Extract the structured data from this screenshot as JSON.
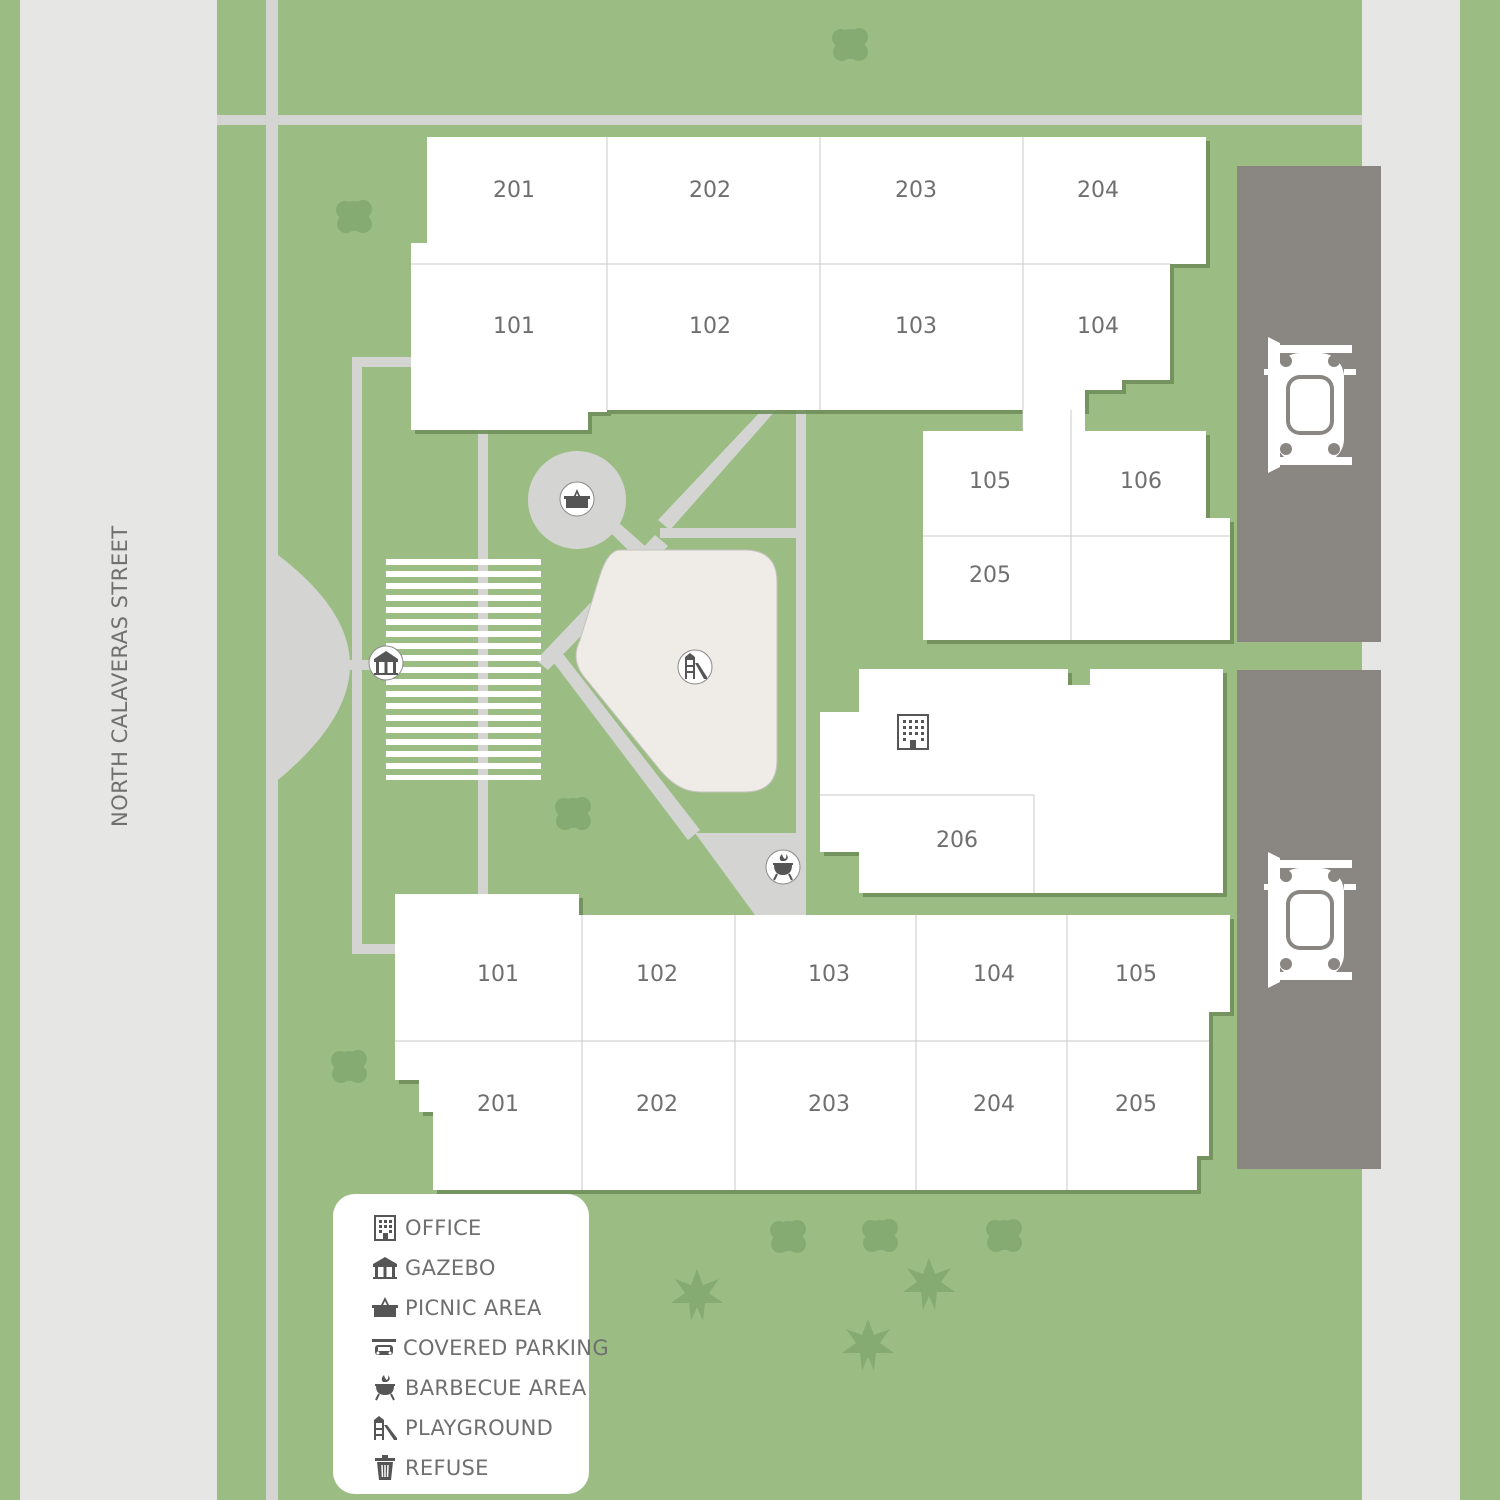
{
  "street": {
    "name": "NORTH CALAVERAS STREET"
  },
  "colors": {
    "grass": "#9bbd84",
    "road": "#e6e7e5",
    "path": "#d4d5d2",
    "building": "#ffffff",
    "parking": "#8a8782",
    "playground": "#efebe6",
    "icon": "#555555",
    "text": "#6f6f6f"
  },
  "buildings": {
    "north": {
      "upper": [
        "201",
        "202",
        "203",
        "204"
      ],
      "lower": [
        "101",
        "102",
        "103",
        "104"
      ]
    },
    "east": {
      "upper": [
        "105",
        "106"
      ],
      "lower": [
        "205",
        ""
      ]
    },
    "office": {
      "unit": "206"
    },
    "south": {
      "upper": [
        "101",
        "102",
        "103",
        "104",
        "105"
      ],
      "lower": [
        "201",
        "202",
        "203",
        "204",
        "205"
      ]
    }
  },
  "amenities": [
    {
      "name": "picnic-area",
      "icon": "picnic-basket-icon"
    },
    {
      "name": "playground",
      "icon": "playground-icon"
    },
    {
      "name": "gazebo",
      "icon": "gazebo-icon"
    },
    {
      "name": "barbecue-area",
      "icon": "grill-icon"
    },
    {
      "name": "office",
      "icon": "office-building-icon"
    },
    {
      "name": "covered-parking",
      "icon": "car-carport-icon"
    }
  ],
  "legend": {
    "items": [
      {
        "label": "OFFICE",
        "icon": "office-icon"
      },
      {
        "label": "GAZEBO",
        "icon": "gazebo-icon"
      },
      {
        "label": "PICNIC AREA",
        "icon": "picnic-icon"
      },
      {
        "label": "COVERED PARKING",
        "icon": "covered-parking-icon"
      },
      {
        "label": "BARBECUE AREA",
        "icon": "barbecue-icon"
      },
      {
        "label": "PLAYGROUND",
        "icon": "playground-icon"
      },
      {
        "label": "REFUSE",
        "icon": "refuse-icon"
      }
    ]
  }
}
